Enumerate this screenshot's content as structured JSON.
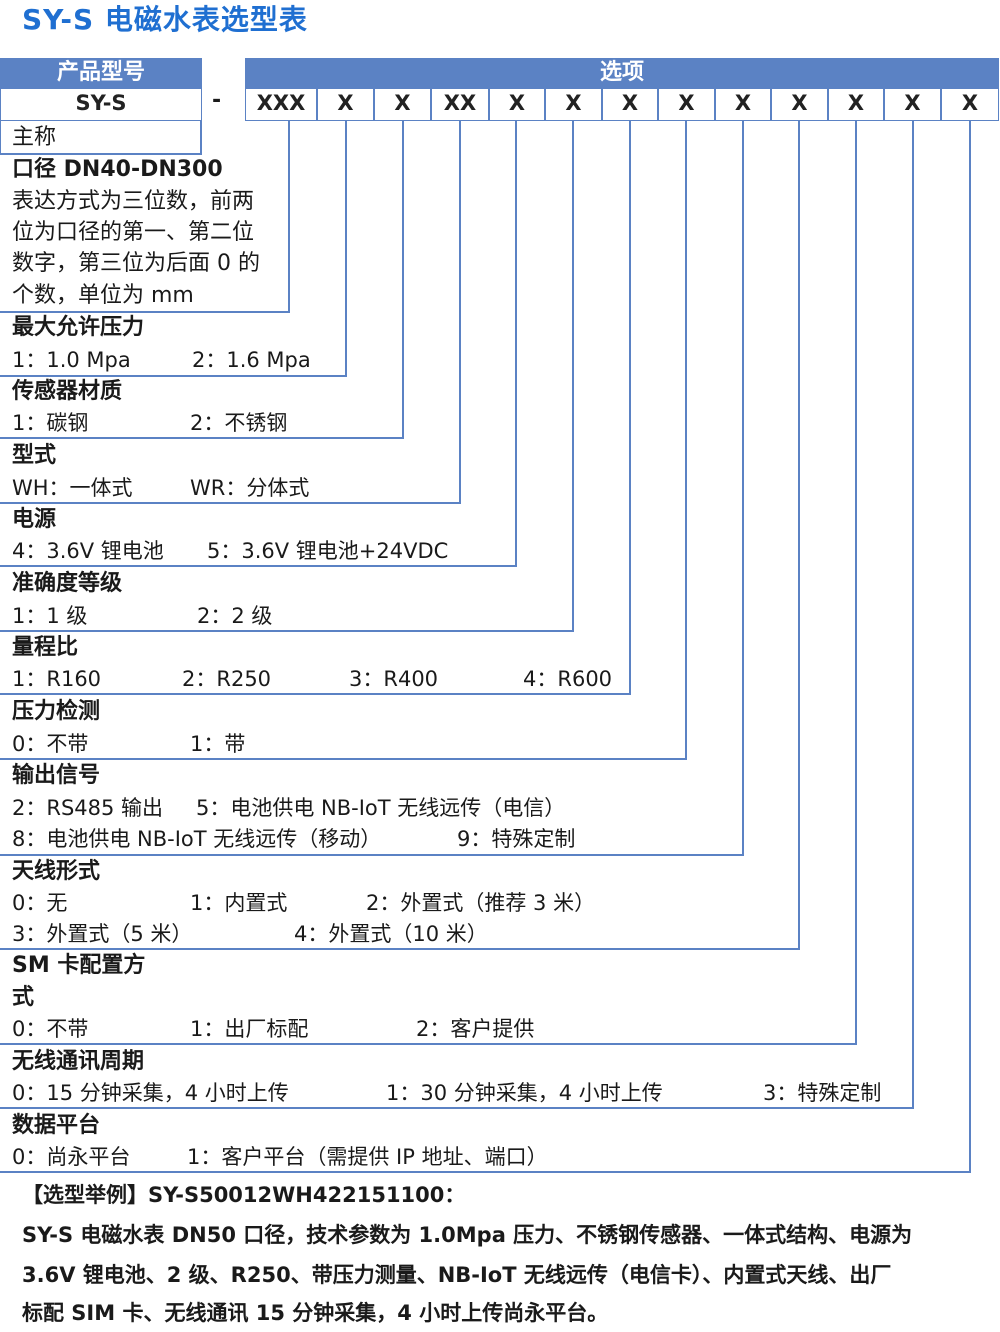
{
  "title": "SY-S 电磁水表选型表",
  "header": {
    "model_label": "产品型号",
    "options_label": "选项"
  },
  "model": {
    "value": "SY-S",
    "separator": "-"
  },
  "codes": [
    "XXX",
    "X",
    "X",
    "XX",
    "X",
    "X",
    "X",
    "X",
    "X",
    "X",
    "X",
    "X",
    "X"
  ],
  "main_name": "主称",
  "sections": [
    {
      "name": "口径 DN40-DN300",
      "desc": [
        "表达方式为三位数，前两",
        "位为口径的第一、第二位",
        "数字，第三位为后面 0 的",
        "个数，单位为 mm"
      ]
    },
    {
      "name": "最大允许压力",
      "options": [
        "1：1.0 Mpa",
        "2：1.6 Mpa"
      ]
    },
    {
      "name": "传感器材质",
      "options": [
        "1：碳钢",
        "2：不锈钢"
      ]
    },
    {
      "name": "型式",
      "options": [
        "WH：一体式",
        "WR：分体式"
      ]
    },
    {
      "name": "电源",
      "options": [
        "4：3.6V 锂电池",
        "5：3.6V 锂电池+24VDC"
      ]
    },
    {
      "name": "准确度等级",
      "options": [
        "1：1 级",
        "2：2 级"
      ]
    },
    {
      "name": "量程比",
      "options": [
        "1：R160",
        "2：R250",
        "3：R400",
        "4：R600"
      ]
    },
    {
      "name": "压力检测",
      "options": [
        "0：不带",
        "1：带"
      ]
    },
    {
      "name": "输出信号",
      "options": [
        "2：RS485 输出",
        "5：电池供电 NB-IoT 无线远传（电信）",
        "8：电池供电 NB-IoT 无线远传（移动）",
        "9：特殊定制"
      ]
    },
    {
      "name": "天线形式",
      "options": [
        "0：无",
        "1：内置式",
        "2：外置式（推荐 3 米）",
        "3：外置式（5 米）",
        "4：外置式（10 米）"
      ]
    },
    {
      "name": "SM 卡配置方",
      "name2": "式",
      "options": [
        "0：不带",
        "1：出厂标配",
        "2：客户提供"
      ]
    },
    {
      "name": "无线通讯周期",
      "options": [
        "0：15 分钟采集，4 小时上传",
        "1：30 分钟采集，4 小时上传",
        "3：特殊定制"
      ]
    },
    {
      "name": "数据平台",
      "options": [
        "0：尚永平台",
        "1：客户平台（需提供 IP 地址、端口）"
      ]
    }
  ],
  "example": {
    "heading": "【选型举例】SY-S50012WH422151100：",
    "lines": [
      "SY-S 电磁水表 DN50 口径，技术参数为 1.0Mpa 压力、不锈钢传感器、一体式结构、电源为",
      "3.6V 锂电池、2 级、R250、带压力测量、NB-IoT 无线远传（电信卡）、内置式天线、出厂",
      "标配 SIM 卡、无线通讯 15 分钟采集，4 小时上传尚永平台。"
    ]
  },
  "colors": {
    "accent": "#5b82c4",
    "title": "#1f6fd1"
  }
}
